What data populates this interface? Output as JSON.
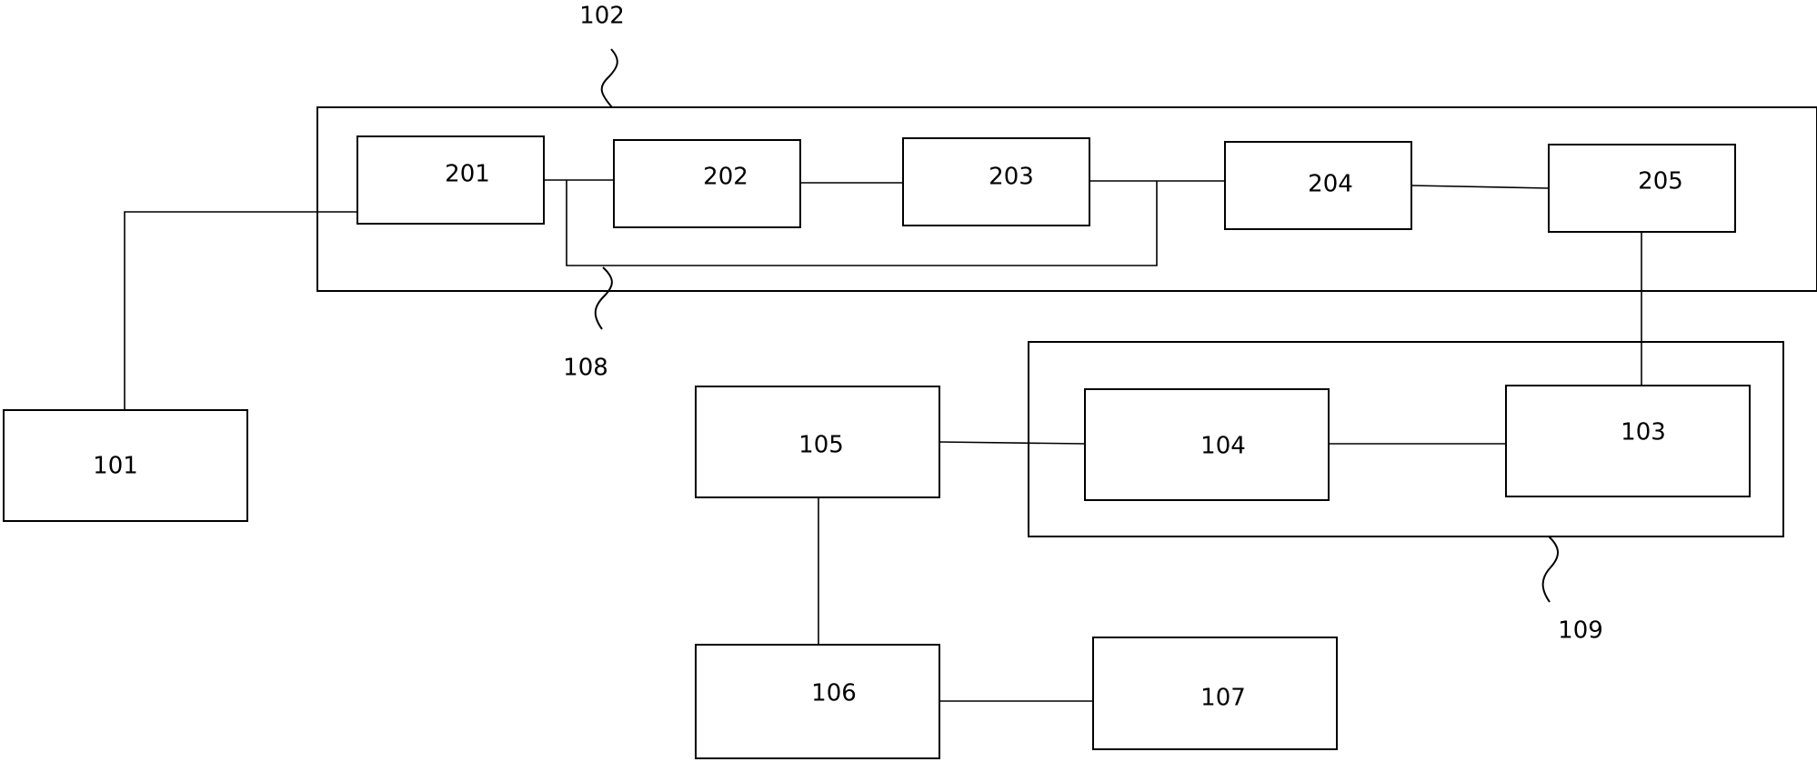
{
  "diagram": {
    "blocks": {
      "b101": "101",
      "b105": "105",
      "b104": "104",
      "b103": "103",
      "b106": "106",
      "b107": "107",
      "b201": "201",
      "b202": "202",
      "b203": "203",
      "b204": "204",
      "b205": "205"
    },
    "callouts": {
      "c102": "102",
      "c108": "108",
      "c109": "109"
    }
  }
}
